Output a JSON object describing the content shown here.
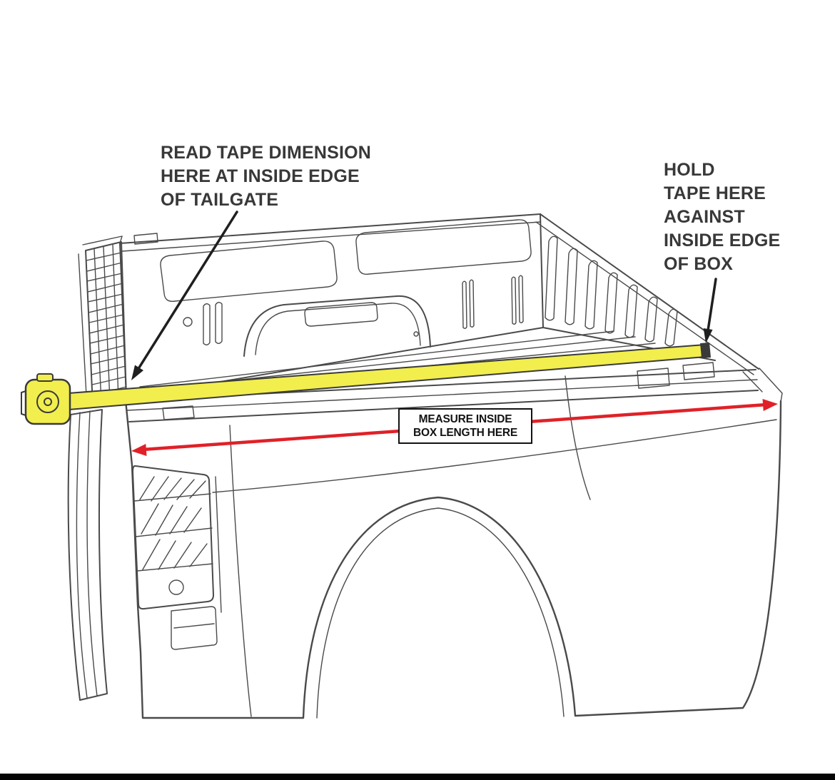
{
  "annotations": {
    "read_tape": {
      "lines": [
        "READ TAPE DIMENSION",
        "HERE AT INSIDE EDGE",
        "OF TAILGATE"
      ]
    },
    "hold_tape": {
      "lines": [
        "HOLD",
        "TAPE HERE",
        "AGAINST",
        "INSIDE EDGE",
        "OF BOX"
      ]
    },
    "measure_label": {
      "lines": [
        "MEASURE INSIDE",
        "BOX LENGTH HERE"
      ]
    }
  },
  "colors": {
    "tape_yellow": "#f2ee4d",
    "dimension_red": "#e02128",
    "line_gray": "#4a4a4a",
    "text_dark": "#383838",
    "bottom_bar": "#050505"
  }
}
